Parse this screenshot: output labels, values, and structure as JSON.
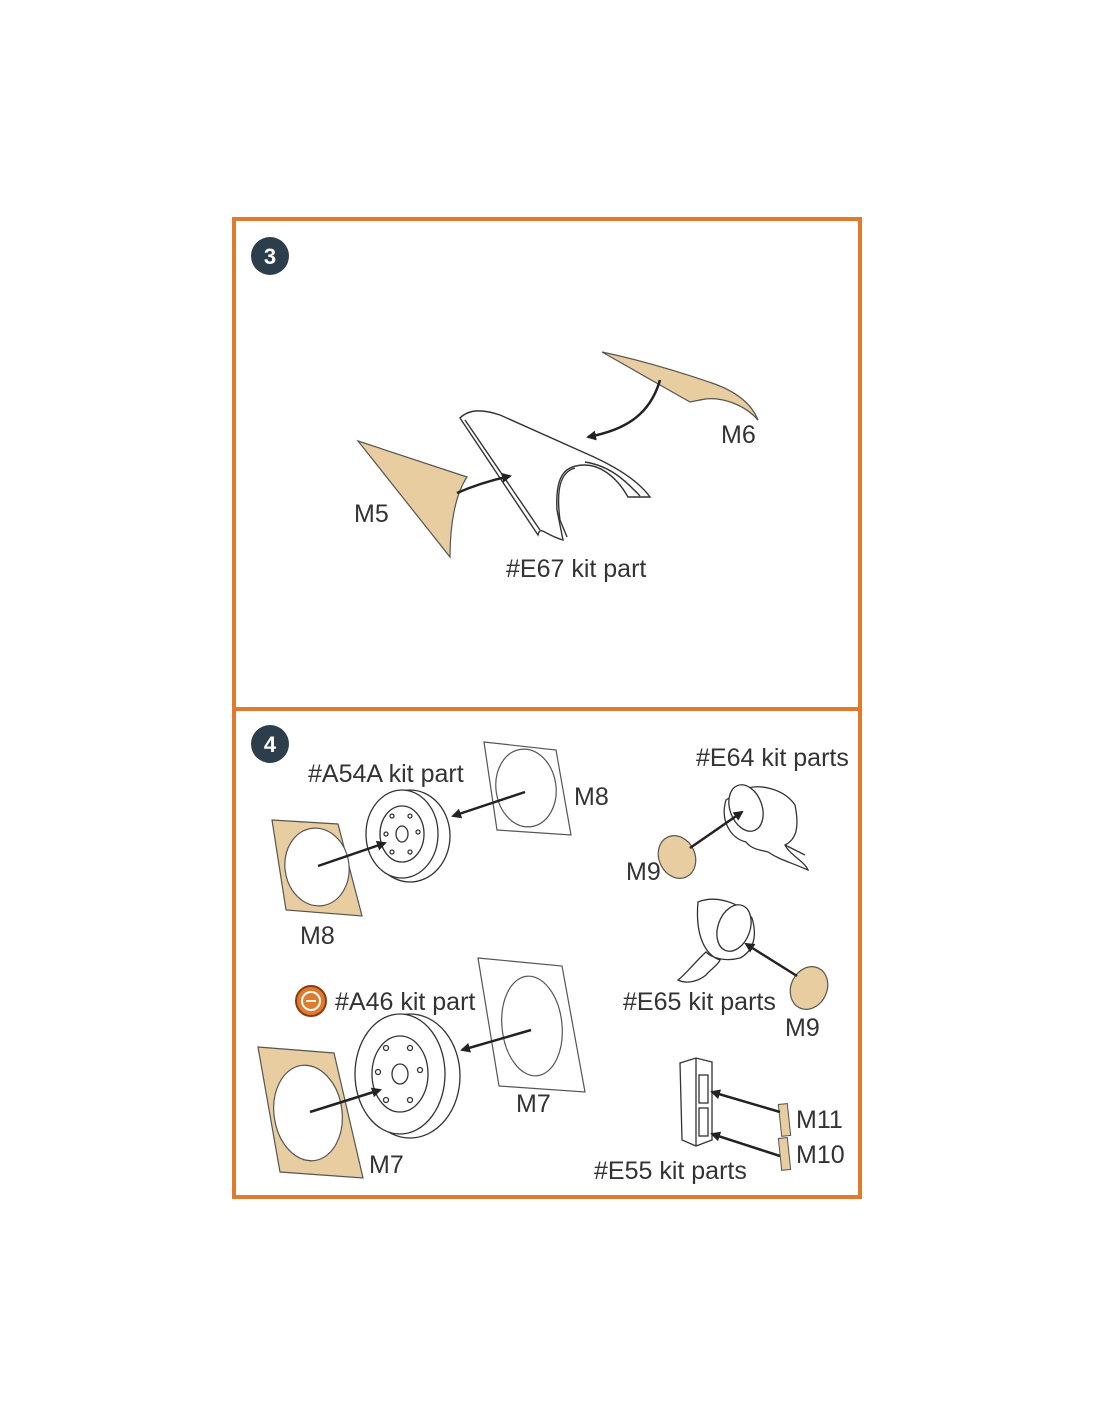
{
  "colors": {
    "frame": "#e07a2e",
    "mask_fill": "#e8cda0",
    "badge_fill": "#2c3e4c",
    "line": "#222222"
  },
  "step3": {
    "number": "3",
    "labels": {
      "m5": "M5",
      "m6": "M6",
      "e67": "#E67 kit part"
    }
  },
  "step4": {
    "number": "4",
    "labels": {
      "a54a": "#A54A kit part",
      "m8_top": "M8",
      "m8_bottom": "M8",
      "e64": "#E64 kit parts",
      "m9_top": "M9",
      "e65": "#E65 kit parts",
      "m9_bottom": "M9",
      "a46": "#A46 kit part",
      "m7_top": "M7",
      "m7_bottom": "M7",
      "m11": "M11",
      "m10": "M10",
      "e55": "#E55 kit parts"
    },
    "icons": [
      "mirror-symmetry-icon"
    ]
  }
}
